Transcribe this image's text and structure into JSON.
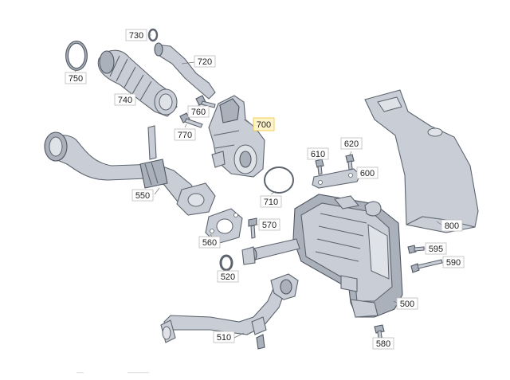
{
  "diagram": {
    "highlight_color": "#f0c43a",
    "part_color": "#c9ced6",
    "callouts": [
      {
        "id": "730",
        "text": "730",
        "highlighted": false
      },
      {
        "id": "720",
        "text": "720",
        "highlighted": false
      },
      {
        "id": "750",
        "text": "750",
        "highlighted": false
      },
      {
        "id": "740",
        "text": "740",
        "highlighted": false
      },
      {
        "id": "760",
        "text": "760",
        "highlighted": false
      },
      {
        "id": "700",
        "text": "700",
        "highlighted": true
      },
      {
        "id": "770",
        "text": "770",
        "highlighted": false
      },
      {
        "id": "610",
        "text": "610",
        "highlighted": false
      },
      {
        "id": "620",
        "text": "620",
        "highlighted": false
      },
      {
        "id": "600",
        "text": "600",
        "highlighted": false
      },
      {
        "id": "550",
        "text": "550",
        "highlighted": false
      },
      {
        "id": "710",
        "text": "710",
        "highlighted": false
      },
      {
        "id": "570",
        "text": "570",
        "highlighted": false
      },
      {
        "id": "800",
        "text": "800",
        "highlighted": false
      },
      {
        "id": "560",
        "text": "560",
        "highlighted": false
      },
      {
        "id": "595",
        "text": "595",
        "highlighted": false
      },
      {
        "id": "590",
        "text": "590",
        "highlighted": false
      },
      {
        "id": "520",
        "text": "520",
        "highlighted": false
      },
      {
        "id": "500",
        "text": "500",
        "highlighted": false
      },
      {
        "id": "510",
        "text": "510",
        "highlighted": false
      },
      {
        "id": "580",
        "text": "580",
        "highlighted": false
      }
    ],
    "footer_faint": [
      "—",
      "———"
    ]
  }
}
